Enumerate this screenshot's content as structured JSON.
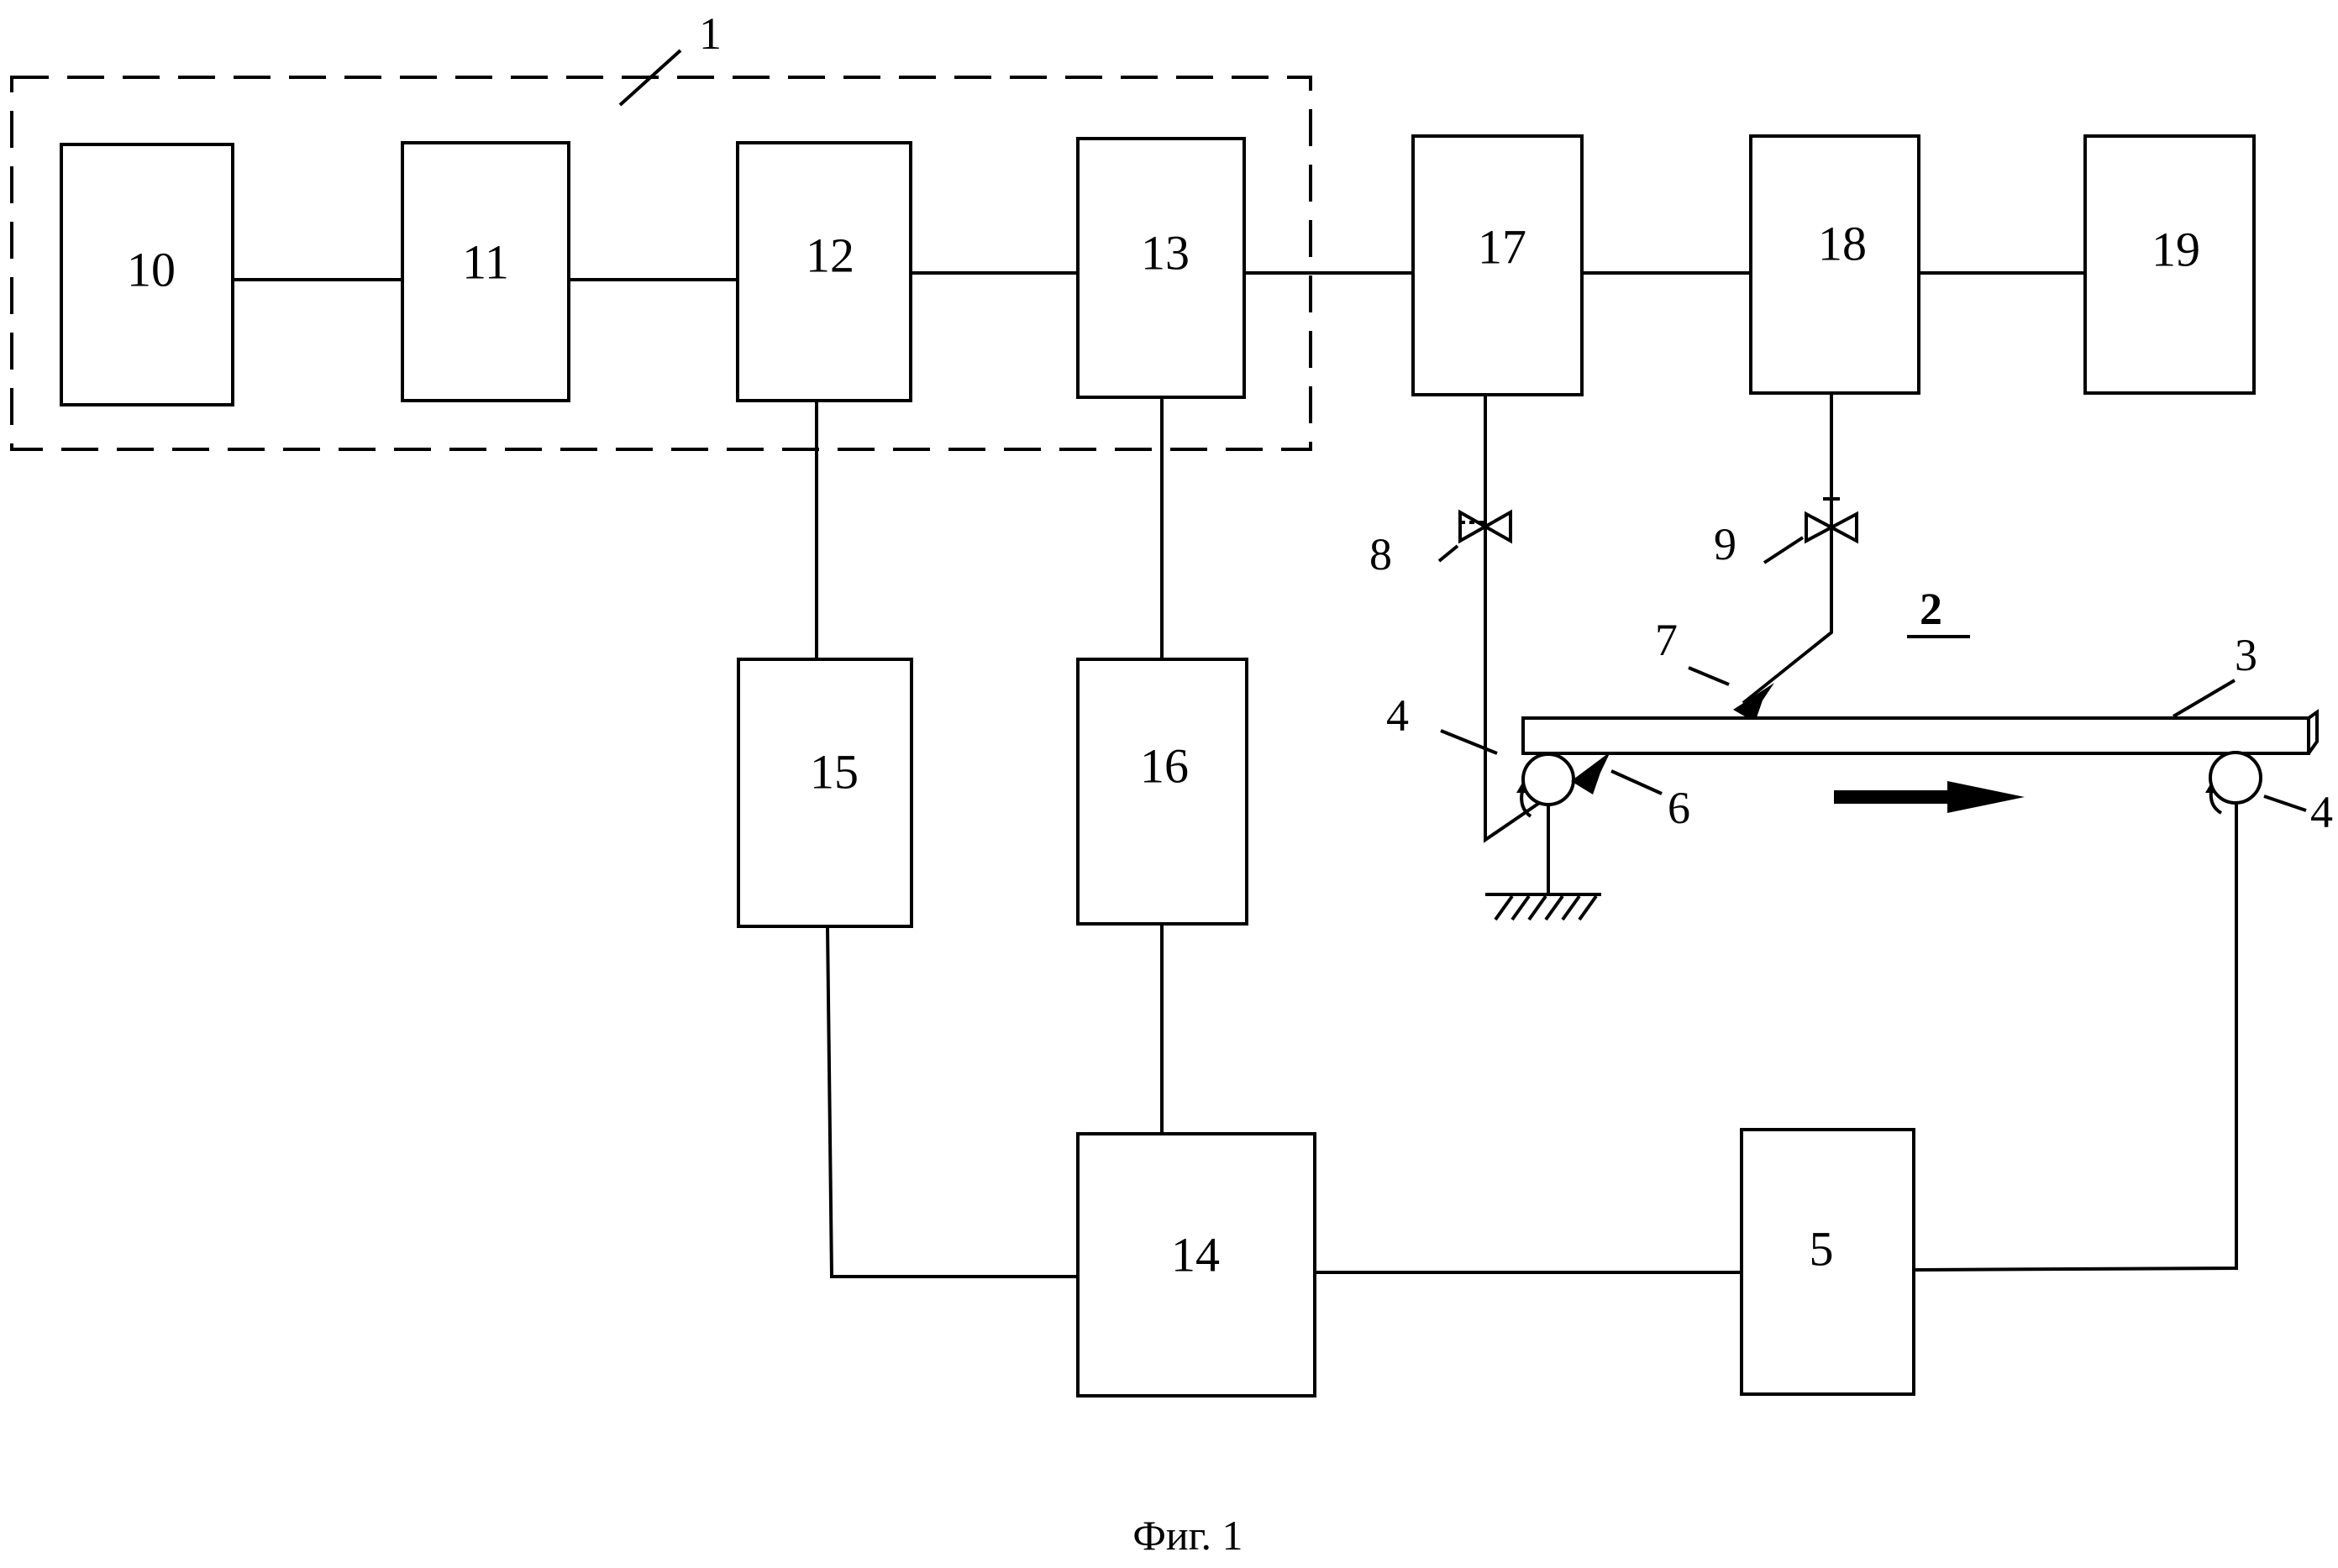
{
  "blocks": {
    "b10": "10",
    "b11": "11",
    "b12": "12",
    "b13": "13",
    "b14": "14",
    "b15": "15",
    "b16": "16",
    "b17": "17",
    "b18": "18",
    "b19": "19",
    "b5": "5"
  },
  "callouts": {
    "c1": "1",
    "c2": "2",
    "c3": "3",
    "c4_left": "4",
    "c4_right": "4",
    "c6": "6",
    "c7": "7",
    "c8": "8",
    "c9": "9"
  },
  "caption": "Фиг. 1"
}
